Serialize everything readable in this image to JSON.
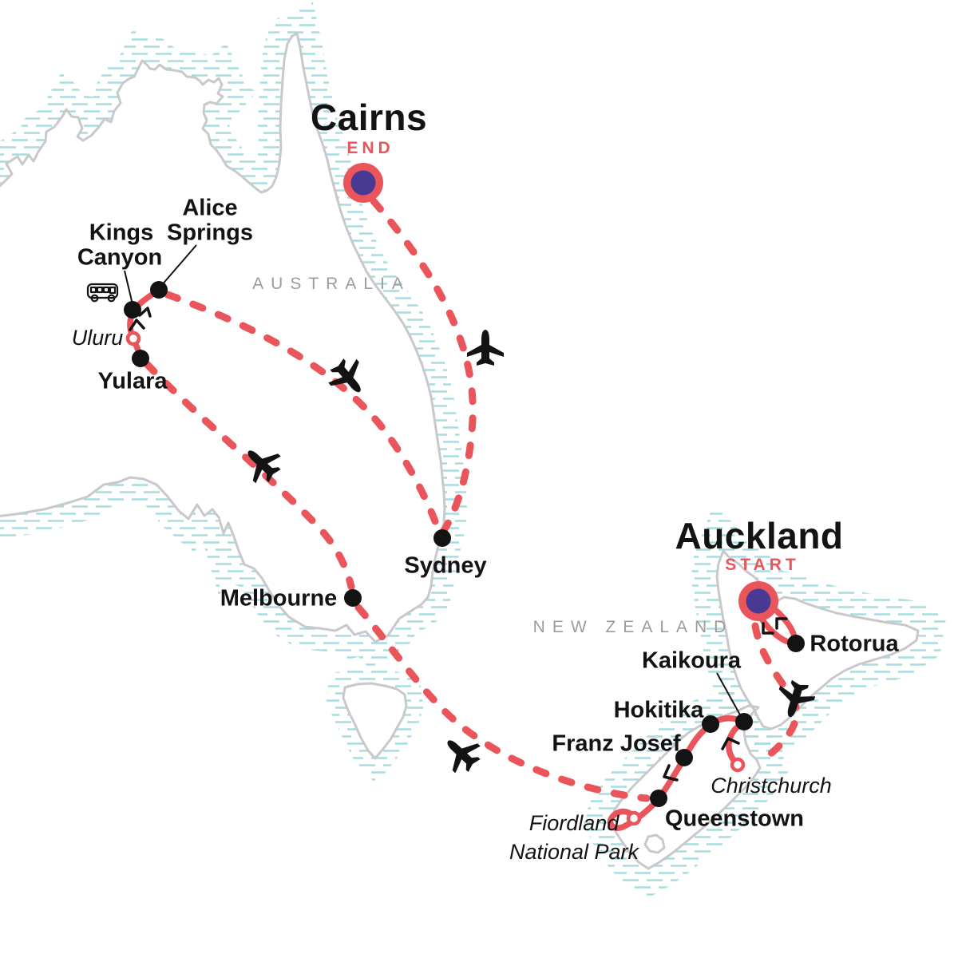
{
  "map_type": "tour-itinerary-map",
  "regions": {
    "australia": "AUSTRALIA",
    "new_zealand": "NEW ZEALAND"
  },
  "endpoints": {
    "start_city": "Auckland",
    "start_tag": "START",
    "end_city": "Cairns",
    "end_tag": "END"
  },
  "labels": {
    "cairns": "Cairns",
    "end": "END",
    "auckland": "Auckland",
    "start": "START",
    "alice1": "Alice",
    "alice2": "Springs",
    "kings1": "Kings",
    "kings2": "Canyon",
    "uluru": "Uluru",
    "yulara": "Yulara",
    "sydney": "Sydney",
    "melbourne": "Melbourne",
    "rotorua": "Rotorua",
    "kaikoura": "Kaikoura",
    "hokitika": "Hokitika",
    "franz_josef": "Franz Josef",
    "queenstown": "Queenstown",
    "christchurch": "Christchurch",
    "fiordland1": "Fiordland",
    "fiordland2": "National Park",
    "australia": "AUSTRALIA",
    "new_zealand": "NEW ZEALAND"
  },
  "stops_black_dots": [
    "Alice Springs",
    "Kings Canyon",
    "Yulara",
    "Sydney",
    "Melbourne",
    "Rotorua",
    "Kaikoura",
    "Hokitika",
    "Franz Josef",
    "Queenstown"
  ],
  "sight_open_circles": [
    "Uluru",
    "Christchurch",
    "Fiordland National Park"
  ],
  "icons": {
    "plane": "airplane-icon",
    "bus": "bus-icon"
  },
  "colors": {
    "route_red": "#EA555B",
    "marker_purple": "#483A92",
    "hatch_teal": "#A7DBE0",
    "coast_gray": "#C9C9CC",
    "text_black": "#131313",
    "region_gray": "#9C9C9C"
  }
}
